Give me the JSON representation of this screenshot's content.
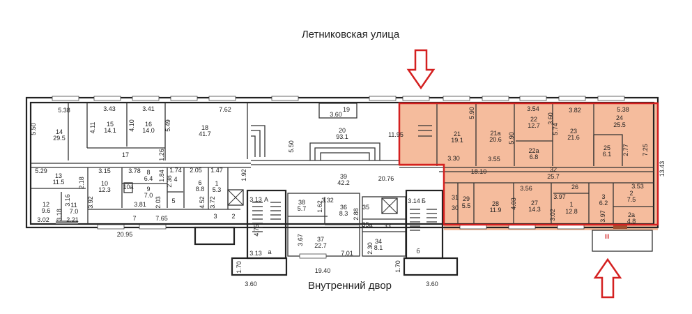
{
  "titles": {
    "street": "Летниковская улица",
    "yard": "Внутренний двор"
  },
  "colors": {
    "highlight_fill": "#f2a57c",
    "highlight_border": "#d42020",
    "arrow": "#d42020",
    "walls": "#222222"
  },
  "rooms": [
    {
      "num": "14",
      "area": "29.5"
    },
    {
      "num": "15",
      "area": "14.1"
    },
    {
      "num": "16",
      "area": "14.0"
    },
    {
      "num": "18",
      "area": "41.7"
    },
    {
      "num": "13",
      "area": "11.5"
    },
    {
      "num": "10",
      "area": "12.3"
    },
    {
      "num": "8",
      "area": "6.4"
    },
    {
      "num": "9",
      "area": "7.0"
    },
    {
      "num": "6",
      "area": "8.8"
    },
    {
      "num": "1",
      "area": "5.3"
    },
    {
      "num": "12",
      "area": "9.6"
    },
    {
      "num": "11",
      "area": "7.0"
    },
    {
      "num": "20",
      "area": "93.1"
    },
    {
      "num": "39",
      "area": "42.2"
    },
    {
      "num": "38",
      "area": "5.7"
    },
    {
      "num": "36",
      "area": "8.3"
    },
    {
      "num": "37",
      "area": "22.7"
    },
    {
      "num": "34",
      "area": "8.1"
    },
    {
      "num": "21",
      "area": "19.1"
    },
    {
      "num": "21а",
      "area": "20.6"
    },
    {
      "num": "22",
      "area": "12.7"
    },
    {
      "num": "22а",
      "area": "6.8"
    },
    {
      "num": "23",
      "area": "21.6"
    },
    {
      "num": "24",
      "area": "25.5"
    },
    {
      "num": "25",
      "area": "6.1"
    },
    {
      "num": "32",
      "area": "25.7"
    },
    {
      "num": "29",
      "area": "5.5"
    },
    {
      "num": "28",
      "area": "11.9"
    },
    {
      "num": "27",
      "area": "14.3"
    },
    {
      "num": "1",
      "area": "12.8"
    },
    {
      "num": "3",
      "area": "6.2"
    },
    {
      "num": "2",
      "area": "7.5"
    },
    {
      "num": "2а",
      "area": "4.8"
    }
  ],
  "tags": [
    "17",
    "4",
    "5",
    "10а",
    "7",
    "3",
    "2",
    "19",
    "А",
    "а",
    "35",
    "35а",
    "33",
    "Б",
    "б",
    "26",
    "31",
    "30",
    "III"
  ],
  "dims_h": [
    "5.38",
    "3.43",
    "3.41",
    "7.62",
    "5.29",
    "3.15",
    "3.78",
    "3.81",
    "1.74",
    "2.05",
    "1.47",
    "3.02",
    "2.21",
    "7.65",
    "20.95",
    "3.60",
    "11.95",
    "20.76",
    "3.13",
    "3.32",
    "7.01",
    "3.13",
    "19.40",
    "3.60",
    "3.60",
    "3.14",
    "3.30",
    "3.55",
    "3.54",
    "3.82",
    "5.38",
    "18.10",
    "3.56",
    "3.97",
    "3.53"
  ],
  "dims_v": [
    "5.50",
    "4.11",
    "4.10",
    "5.49",
    "1.26",
    "2.18",
    "1.84",
    "3.92",
    "2.03",
    "2.38",
    "4.52",
    "3.72",
    "1.92",
    "3.16",
    "3.18",
    "5.50",
    "1.62",
    "2.88",
    "4.75",
    "3.67",
    "2.30",
    "1.70",
    "1.70",
    "5.90",
    "5.90",
    "3.60",
    "5.74",
    "2.77",
    "7.25",
    "13.43",
    "4.03",
    "3.02",
    "3.97"
  ]
}
